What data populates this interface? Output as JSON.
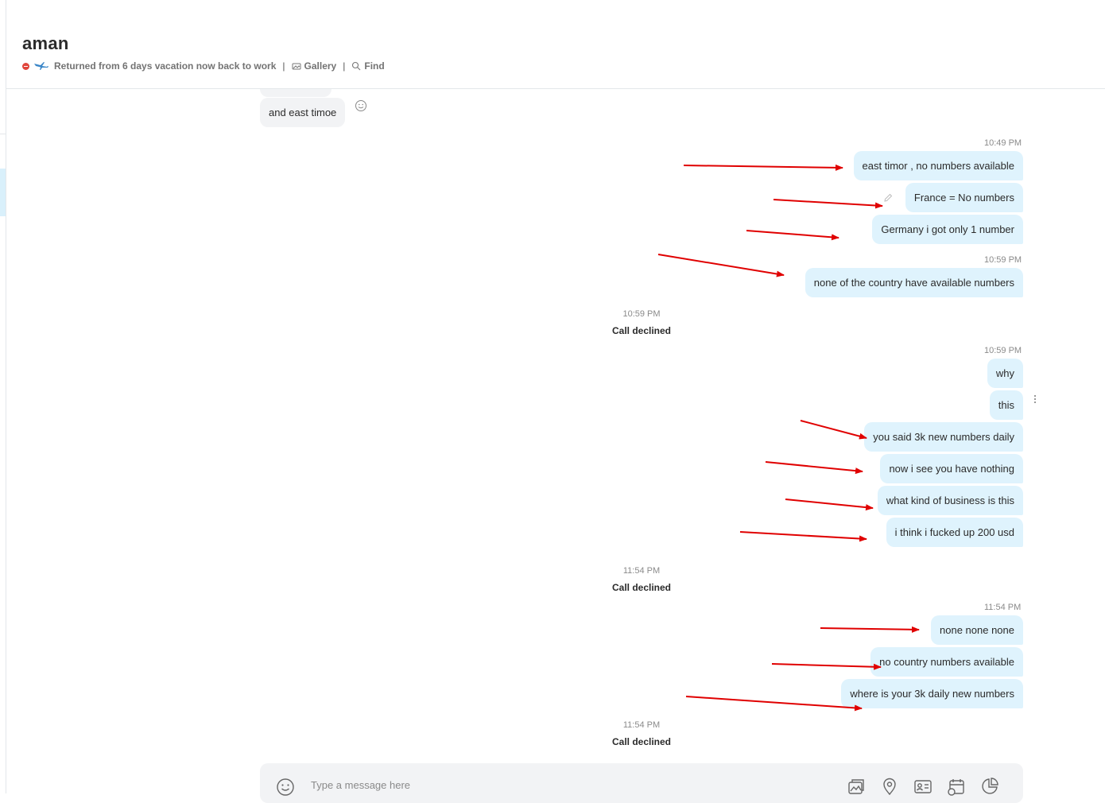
{
  "header": {
    "contact_name": "aman",
    "mood": "Returned from 6 days vacation now back to work",
    "separator": "|",
    "gallery_label": "Gallery",
    "find_label": "Find"
  },
  "messages": {
    "in1": "and east timoe",
    "ts1": "10:49 PM",
    "out1": "east timor , no numbers available",
    "out2": "France = No numbers",
    "out3": "Germany i got only 1 number",
    "ts2": "10:59 PM",
    "out4": "none of the country have available numbers",
    "call1_time": "10:59 PM",
    "call1_text": "Call declined",
    "ts3": "10:59 PM",
    "out5": "why",
    "out6": "this",
    "out7": "you said 3k new numbers daily",
    "out8": "now i see you have nothing",
    "out9": "what kind of business is this",
    "out10": "i think i fucked up 200 usd",
    "call2_time": "11:54 PM",
    "call2_text": "Call declined",
    "ts4": "11:54 PM",
    "out11": "none none none",
    "out12": "no country numbers available",
    "out13": "where is your 3k daily new numbers",
    "call3_time": "11:54 PM",
    "call3_text": "Call declined"
  },
  "composer": {
    "placeholder": "Type a message here"
  },
  "colors": {
    "outgoing_bubble": "#dff3fd",
    "incoming_bubble": "#f2f3f5",
    "annotation_arrow": "#e00000",
    "status_busy": "#e0453b"
  },
  "icons": [
    "busy-status-icon",
    "airplane-icon",
    "gallery-icon",
    "search-icon",
    "emoji-icon",
    "edit-icon",
    "more-options-icon",
    "media-icon",
    "location-icon",
    "contact-card-icon",
    "schedule-icon",
    "poll-icon"
  ]
}
